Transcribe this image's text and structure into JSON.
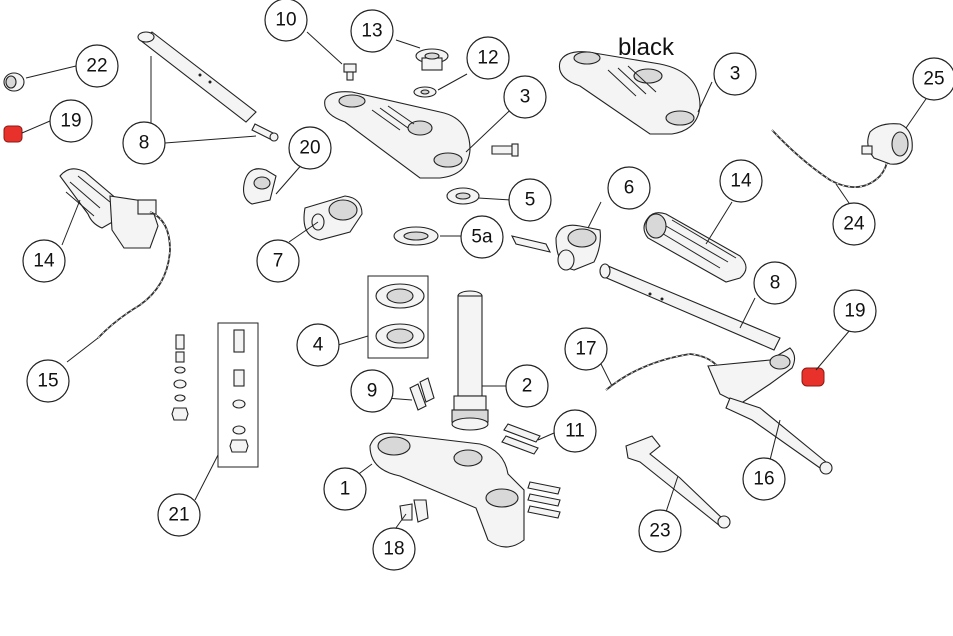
{
  "note": {
    "text": "black"
  },
  "callouts": {
    "c1": "1",
    "c2": "2",
    "c3a": "3",
    "c3b": "3",
    "c4": "4",
    "c5": "5",
    "c5a": "5a",
    "c6": "6",
    "c7": "7",
    "c8a": "8",
    "c8b": "8",
    "c9": "9",
    "c10": "10",
    "c11": "11",
    "c12": "12",
    "c13": "13",
    "c14a": "14",
    "c14b": "14",
    "c15": "15",
    "c16": "16",
    "c17": "17",
    "c18": "18",
    "c19a": "19",
    "c19b": "19",
    "c20": "20",
    "c21": "21",
    "c22": "22",
    "c23": "23",
    "c24": "24",
    "c25": "25"
  },
  "colors": {
    "highlight": "#e8312a",
    "line": "#222222"
  }
}
